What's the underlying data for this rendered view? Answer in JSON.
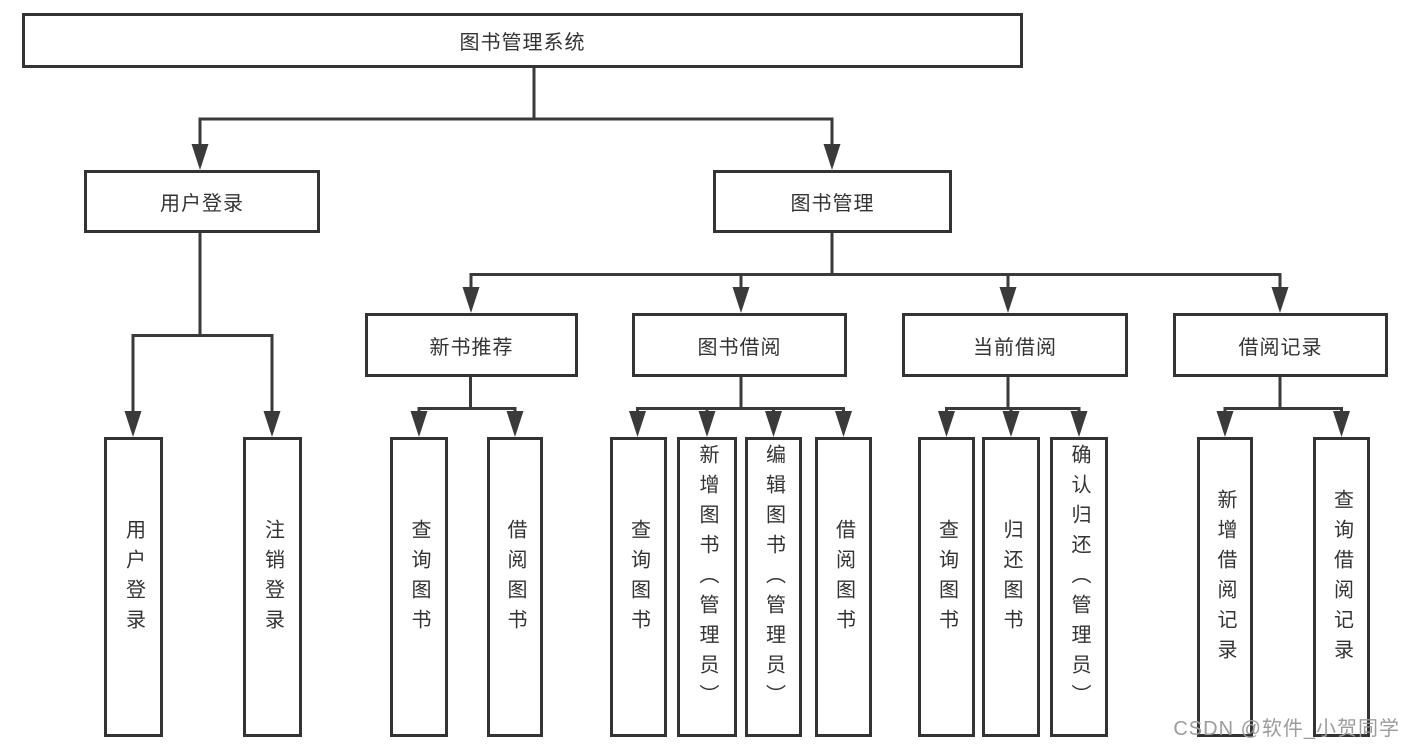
{
  "diagram": {
    "root": {
      "label": "图书管理系统"
    },
    "branches": [
      {
        "label": "用户登录",
        "children": [
          "用户登录",
          "注销登录"
        ]
      },
      {
        "label": "图书管理",
        "groups": [
          {
            "label": "新书推荐",
            "children": [
              "查询图书",
              "借阅图书"
            ]
          },
          {
            "label": "图书借阅",
            "children": [
              "查询图书",
              "新增图书（管理员）",
              "编辑图书（管理员）",
              "借阅图书"
            ]
          },
          {
            "label": "当前借阅",
            "children": [
              "查询图书",
              "归还图书",
              "确认归还（管理员）"
            ]
          },
          {
            "label": "借阅记录",
            "children": [
              "新增借阅记录",
              "查询借阅记录"
            ]
          }
        ]
      }
    ]
  },
  "watermark": {
    "text": "CSDN @软件_小贺同学"
  },
  "colors": {
    "line": "#3a3a3a",
    "box_border": "#333333",
    "text": "#333333",
    "watermark": "#9c9c9c",
    "background": "#ffffff"
  }
}
